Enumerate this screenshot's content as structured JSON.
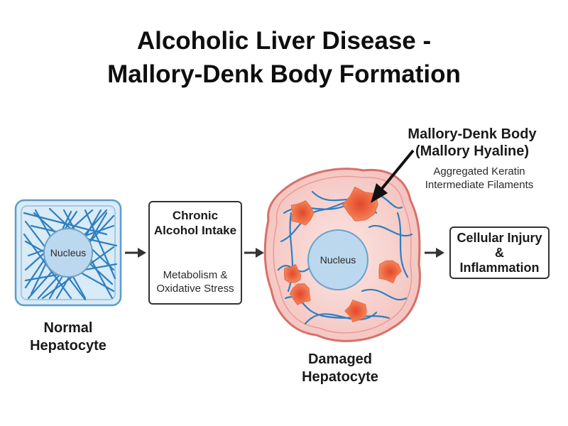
{
  "title": {
    "line1": "Alcoholic Liver Disease -",
    "line2": "Mallory-Denk Body Formation"
  },
  "normal_cell": {
    "nucleus_label": "Nucleus",
    "caption_line1": "Normal",
    "caption_line2": "Hepatocyte"
  },
  "process_box": {
    "title_line1": "Chronic",
    "title_line2": "Alcohol Intake",
    "sub_line1": "Metabolism &",
    "sub_line2": "Oxidative Stress"
  },
  "damaged_cell": {
    "nucleus_label": "Nucleus",
    "caption_line1": "Damaged",
    "caption_line2": "Hepatocyte"
  },
  "callout": {
    "title_line1": "Mallory-Denk Body",
    "title_line2": "(Mallory Hyaline)",
    "sub_line1": "Aggregated Keratin",
    "sub_line2": "Intermediate Filaments"
  },
  "outcome_box": {
    "line1": "Cellular Injury",
    "line2": "&",
    "line3": "Inflammation"
  },
  "colors": {
    "normal_cell_fill": "#d9ebf7",
    "filament_blue": "#2f7fc0",
    "nucleus_fill": "#bcd8ee",
    "damaged_cell_fill": "#f7d2cf",
    "damaged_cell_border": "#d8706a",
    "aggregate_orange": "#ec6a3e",
    "arrow_red": "#e0423a"
  }
}
